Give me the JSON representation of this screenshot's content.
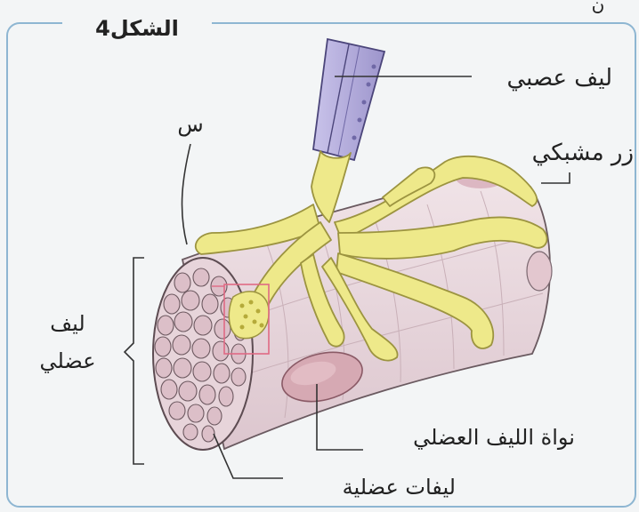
{
  "figure": {
    "title": "الشكل4",
    "top_fragment": "ن"
  },
  "labels": {
    "nerve_fiber": "ليف عصبي",
    "synaptic_button": "زر مشبكي",
    "x_marker": "س",
    "muscle_fiber_line1": "ليف",
    "muscle_fiber_line2": "عضلي",
    "nucleus": "نواة الليف العضلي",
    "myofibrils": "ليفات عضلية"
  },
  "colors": {
    "frame": "#8eb6d2",
    "nerve": "#b8b2dc",
    "synapse_yellow": "#eee98a",
    "muscle": "#ead9df",
    "nucleus": "#d6a9b3",
    "highlight_box": "#e06a84"
  }
}
